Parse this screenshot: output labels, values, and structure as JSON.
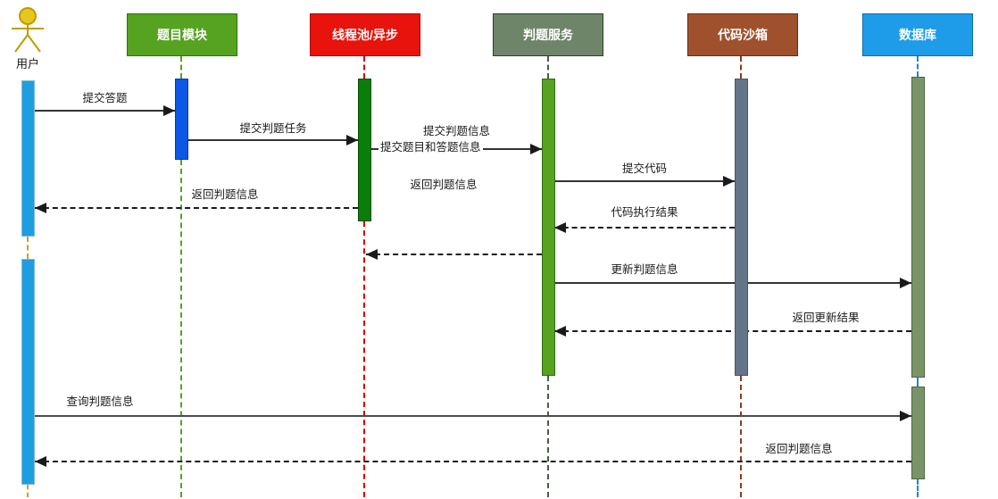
{
  "participants": [
    {
      "label": "用户",
      "type": "actor",
      "color": "#C9A227",
      "bar_fill": "#1E9EDE",
      "bar_border": "#7FB9D8",
      "lifeline_color": "#C9A227"
    },
    {
      "label": "题目模块",
      "header_fill": "#56A221",
      "header_border": "#2D7600",
      "bar_fill": "#0B57E8",
      "bar_border": "#0A36B0",
      "lifeline_color": "#56A221"
    },
    {
      "label": "线程池/异步",
      "header_fill": "#E8130C",
      "header_border": "#AE0000",
      "bar_fill": "#0A7E0A",
      "bar_border": "#045004",
      "lifeline_color": "#D40000"
    },
    {
      "label": "判题服务",
      "header_fill": "#6F8569",
      "header_border": "#24441C",
      "bar_fill": "#57A221",
      "bar_border": "#2F6B12",
      "lifeline_color": "#44603F"
    },
    {
      "label": "代码沙箱",
      "header_fill": "#9F512D",
      "header_border": "#5E3012",
      "bar_fill": "#64758A",
      "bar_border": "#47566B",
      "lifeline_color": "#8E3B1E"
    },
    {
      "label": "数据库",
      "header_fill": "#1E9BE9",
      "header_border": "#0F6EB0",
      "bar_fill": "#7A9468",
      "bar_border": "#4A6741",
      "lifeline_color": "#1E86D2"
    }
  ],
  "messages": [
    {
      "label": "提交答题",
      "from": "用户",
      "to": "题目模块",
      "style": "solid"
    },
    {
      "label": "提交判题任务",
      "from": "题目模块",
      "to": "线程池/异步",
      "style": "solid"
    },
    {
      "label": "提交判题信息",
      "label2": "提交题目和答题信息",
      "from": "线程池/异步",
      "to": "判题服务",
      "style": "solid"
    },
    {
      "label": "提交代码",
      "from": "判题服务",
      "to": "代码沙箱",
      "style": "solid"
    },
    {
      "label": "返回判题信息",
      "from": "线程池/异步",
      "to": "用户",
      "style": "dashed"
    },
    {
      "label": "代码执行结果",
      "from": "代码沙箱",
      "to": "判题服务",
      "style": "dashed"
    },
    {
      "label": "返回判题信息",
      "from": "判题服务",
      "to": "线程池/异步",
      "style": "dashed"
    },
    {
      "label": "更新判题信息",
      "from": "判题服务",
      "to": "数据库",
      "style": "solid"
    },
    {
      "label": "返回更新结果",
      "from": "数据库",
      "to": "判题服务",
      "style": "dashed"
    },
    {
      "label": "查询判题信息",
      "from": "用户",
      "to": "数据库",
      "style": "solid"
    },
    {
      "label": "返回判题信息",
      "from": "数据库",
      "to": "用户",
      "style": "dashed"
    }
  ]
}
